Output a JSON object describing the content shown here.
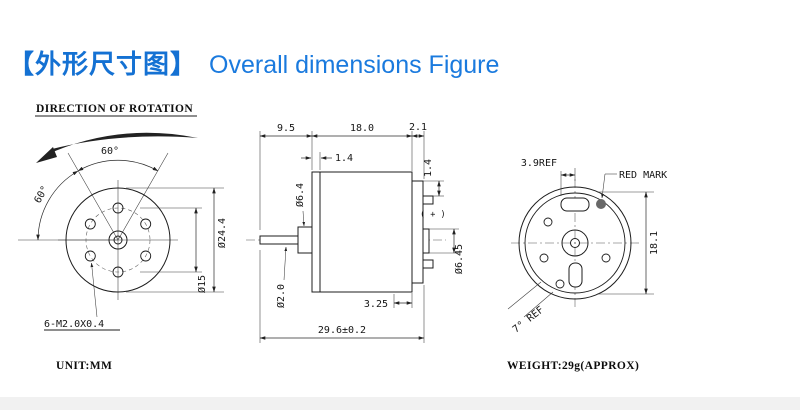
{
  "accent_color": "#1471d3",
  "mark_dot_color": "#686868",
  "header": {
    "title_cn": "【外形尺寸图】",
    "title_en": "Overall dimensions Figure"
  },
  "front_view": {
    "heading": "DIRECTION OF ROTATION",
    "unit_note": "UNIT:MM",
    "dims": {
      "angle_top": "60°",
      "angle_left": "60°",
      "outer_diameter": "Ø24.4",
      "bolt_circle": "Ø15",
      "mounting_holes": "6-M2.0X0.4"
    }
  },
  "side_view": {
    "dims": {
      "boss_length": "9.5",
      "body_length": "18.0",
      "rear_length": "2.1",
      "flange_offset": "1.4",
      "terminal_offset": "1.4",
      "boss_diameter": "Ø6.4",
      "shaft_diameter": "Ø2.0",
      "rear_boss_diameter": "Ø6.45",
      "terminal_position": "3.25",
      "overall_length": "29.6±0.2",
      "polarity": "( + )"
    }
  },
  "rear_view": {
    "weight_note": "WEIGHT:29g(APPROX)",
    "dims": {
      "mark_offset": "3.9REF",
      "red_mark_label": "RED MARK",
      "across_width": "18.1",
      "angle_ref": "7° REF"
    }
  }
}
